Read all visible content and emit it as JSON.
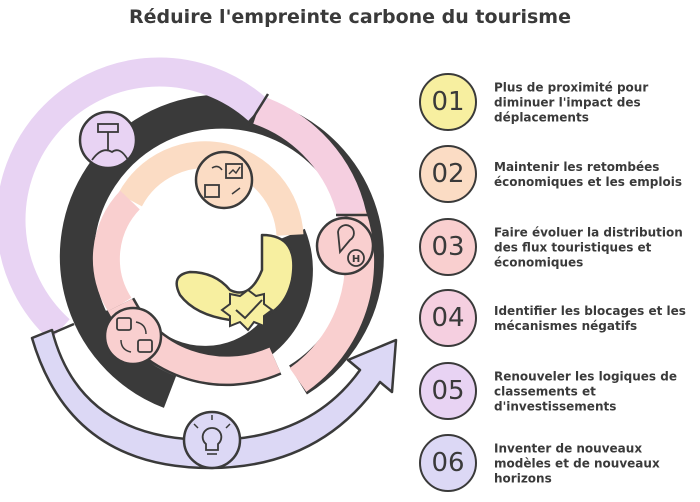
{
  "title": "Réduire l'empreinte carbone du tourisme",
  "steps": [
    {
      "num": "01",
      "text": "Plus de proximité pour diminuer l'impact des déplacements",
      "color": "#f7efa0"
    },
    {
      "num": "02",
      "text": "Maintenir les retombées économiques et les emplois",
      "color": "#fbdcc4"
    },
    {
      "num": "03",
      "text": "Faire évoluer la distribution des flux touristiques et économiques",
      "color": "#f9cfcf"
    },
    {
      "num": "04",
      "text": "Identifier les blocages et les mécanismes négatifs",
      "color": "#f5cfe0"
    },
    {
      "num": "05",
      "text": "Renouveler les logiques de classements et d'investissements",
      "color": "#e8d3f3"
    },
    {
      "num": "06",
      "text": "Inventer de nouveaux modèles et de nouveaux horizons",
      "color": "#dcd8f5"
    }
  ],
  "icons": [
    "check-badge-icon",
    "analytics-icon",
    "bus-transport-icon",
    "hotel-location-icon",
    "signpost-icon",
    "lightbulb-idea-icon"
  ]
}
